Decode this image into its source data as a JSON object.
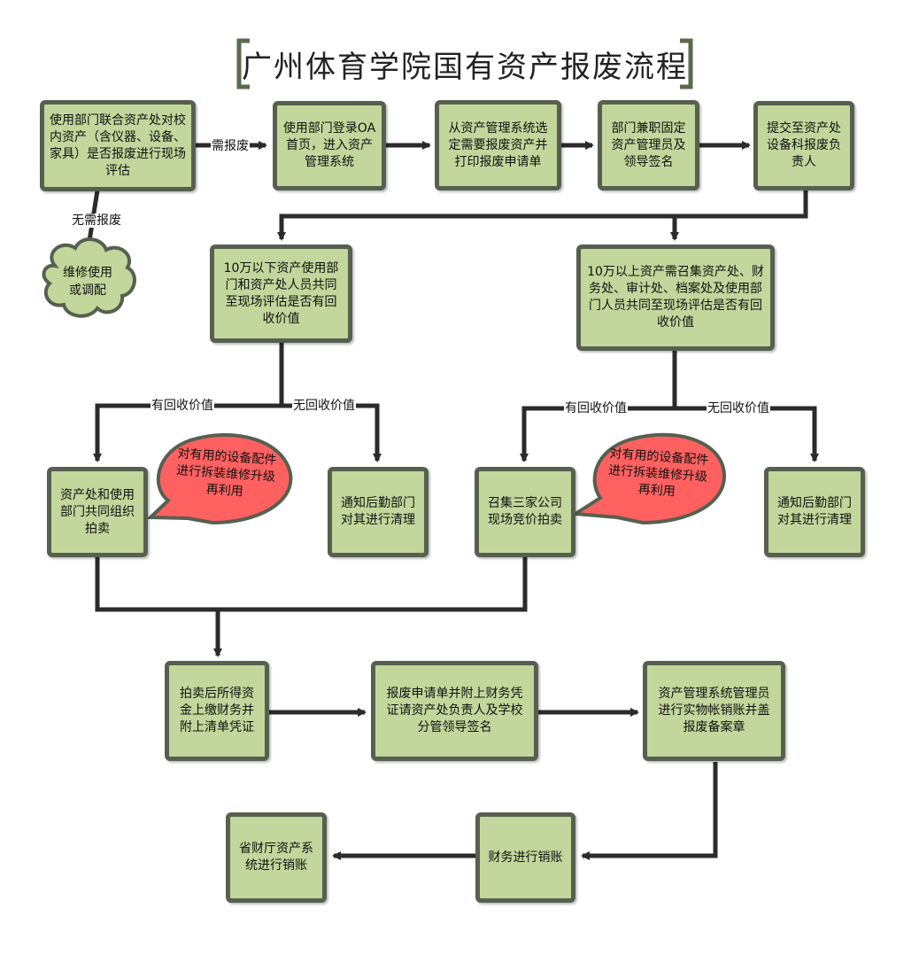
{
  "title": "广州体育学院国有资产报废流程",
  "nodes": {
    "n1": "使用部门联合资产处对校内资产（含仪器、设备、家具）是否报废进行现场评估",
    "n2": "使用部门登录OA首页，进入资产管理系统",
    "n3": "从资产管理系统选定需要报废资产并打印报废申请单",
    "n4": "部门兼职固定资产管理员及领导签名",
    "n5": "提交至资产处设备科报废负责人",
    "repair": "维修使用或调配",
    "under": "10万以下资产使用部门和资产处人员共同至现场评估是否有回收价值",
    "over": "10万以上资产需召集资产处、财务处、审计处、档案处及使用部门人员共同至现场评估是否有回收价值",
    "auction_left": "资产处和使用部门共同组织拍卖",
    "clean_left": "通知后勤部门对其进行清理",
    "auction_right": "召集三家公司现场竞价拍卖",
    "clean_right": "通知后勤部门对其进行清理",
    "proceeds": "拍卖后所得资金上缴财务并附上清单凭证",
    "apply": "报废申请单并附上财务凭证请资产处负责人及学校分管领导签名",
    "writeoff": "资产管理系统管理员进行实物帐销账并盖报废备案章",
    "finance": "财务进行销账",
    "province": "省财厅资产系统进行销账"
  },
  "callouts": {
    "left": "对有用的设备配件进行拆装维修升级再利用",
    "right": "对有用的设备配件进行拆装维修升级再利用"
  },
  "edge_labels": {
    "need_scrap": "需报废",
    "no_scrap": "无需报废",
    "has_value_left": "有回收价值",
    "no_value_left": "无回收价值",
    "has_value_right": "有回收价值",
    "no_value_right": "无回收价值"
  },
  "colors": {
    "box_fill": "#c3d69b",
    "box_border": "#566050",
    "line": "#2b2b2b",
    "callout_fill": "#ff6161",
    "title_bracket": "#5a6b4d"
  }
}
